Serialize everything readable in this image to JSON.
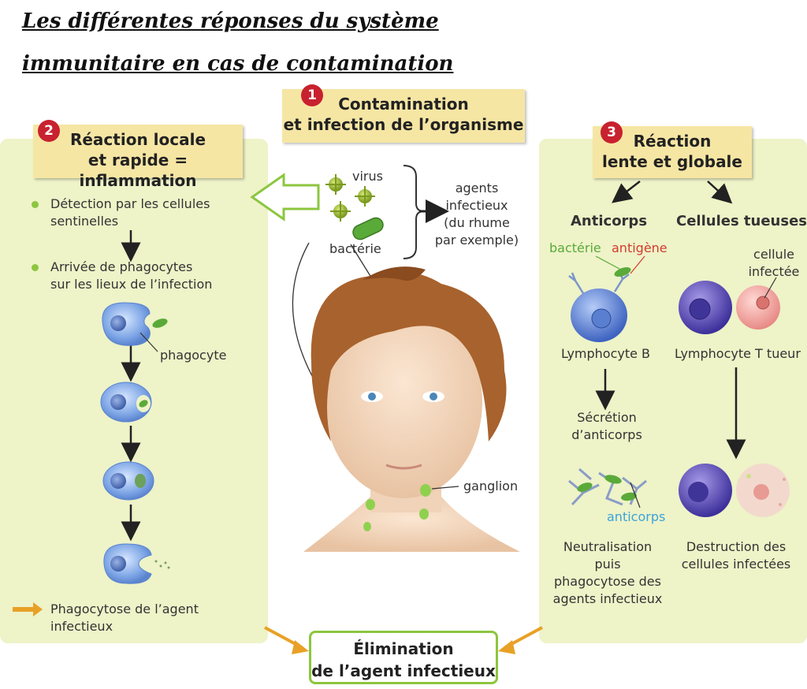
{
  "title": {
    "line1": "Les différentes réponses du système",
    "line2": "immunitaire en cas de contamination"
  },
  "step1": {
    "number": "1",
    "line1": "Contamination",
    "line2": "et infection de l’organisme"
  },
  "step2": {
    "number": "2",
    "line1": "Réaction locale",
    "line2": "et rapide = inflammation",
    "bullets": [
      {
        "line1": "Détection par les cellules",
        "line2": "sentinelles"
      },
      {
        "line1": "Arrivée de phagocytes",
        "line2": "sur les lieux de l’infection"
      }
    ],
    "phagocyte_label": "phagocyte",
    "legend": {
      "line1": "Phagocytose de l’agent",
      "line2": "infectieux"
    }
  },
  "center": {
    "virus_label": "virus",
    "bacteria_label": "bactérie",
    "agents": [
      "agents",
      "infectieux",
      "(du rhume",
      "par exemple)"
    ],
    "ganglion_label": "ganglion"
  },
  "step3": {
    "number": "3",
    "line1": "Réaction",
    "line2": "lente et globale",
    "antibodies_header": "Anticorps",
    "killer_header": "Cellules tueuses",
    "bacteria_label": "bactérie",
    "antigen_label": "antigène",
    "infected_cell": [
      "cellule",
      "infectée"
    ],
    "lymph_b": "Lymphocyte B",
    "lymph_t": "Lymphocyte T tueur",
    "secretion": [
      "Sécrétion",
      "d’anticorps"
    ],
    "antibodies_label": "anticorps",
    "neutralisation": [
      "Neutralisation",
      "puis",
      "phagocytose des",
      "agents infectieux"
    ],
    "destruction": [
      "Destruction des",
      "cellules infectées"
    ]
  },
  "result": {
    "line1": "Élimination",
    "line2": "de l’agent infectieux"
  },
  "colors": {
    "panel": "#eef3c8",
    "label_box": "#f6e6a4",
    "number_badge": "#c8212f",
    "green": "#8cc63f",
    "orange_arrow": "#e8a126",
    "antigen_red": "#d23b2f",
    "antibody_blue": "#3aa3db",
    "bacteria_green": "#5aaa3a"
  }
}
